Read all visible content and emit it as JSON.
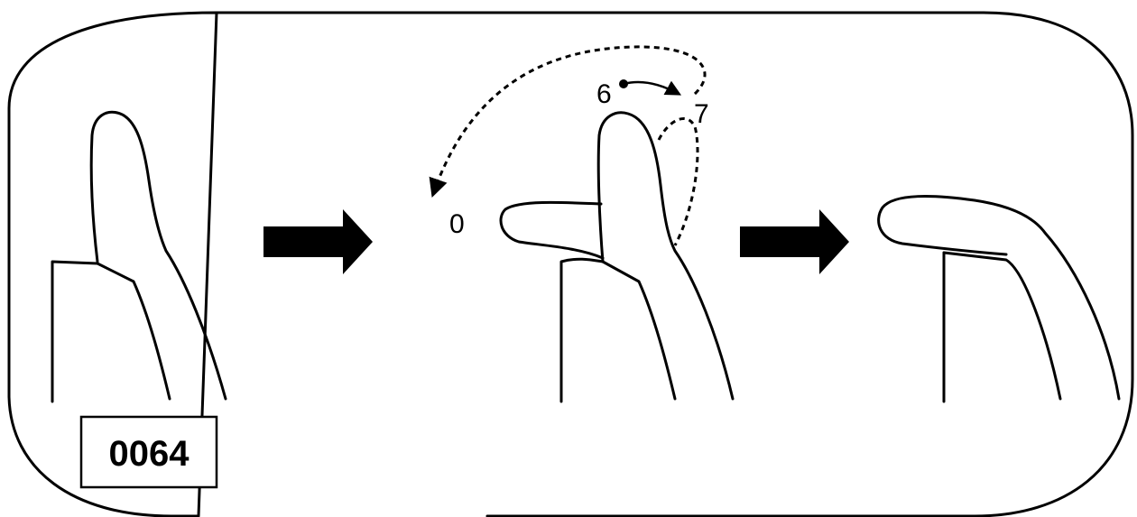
{
  "labels": {
    "figure_code": "0064",
    "point_0": "0",
    "point_6": "6",
    "point_7": "7"
  },
  "icons": {
    "step_arrow_1": "right-arrow-icon",
    "step_arrow_2": "right-arrow-icon",
    "motion_arrow": "dotted-arc-arrow-icon"
  }
}
